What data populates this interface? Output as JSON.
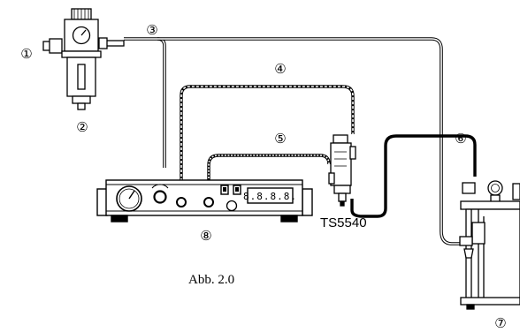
{
  "callouts": [
    "①",
    "②",
    "③",
    "④",
    "⑤",
    "⑥",
    "⑦",
    "⑧"
  ],
  "model_label": "TS5540",
  "caption": "Abb. 2.0",
  "display_readout": "8.8.8.8.",
  "colors": {
    "line": "#000000",
    "background": "#ffffff"
  }
}
